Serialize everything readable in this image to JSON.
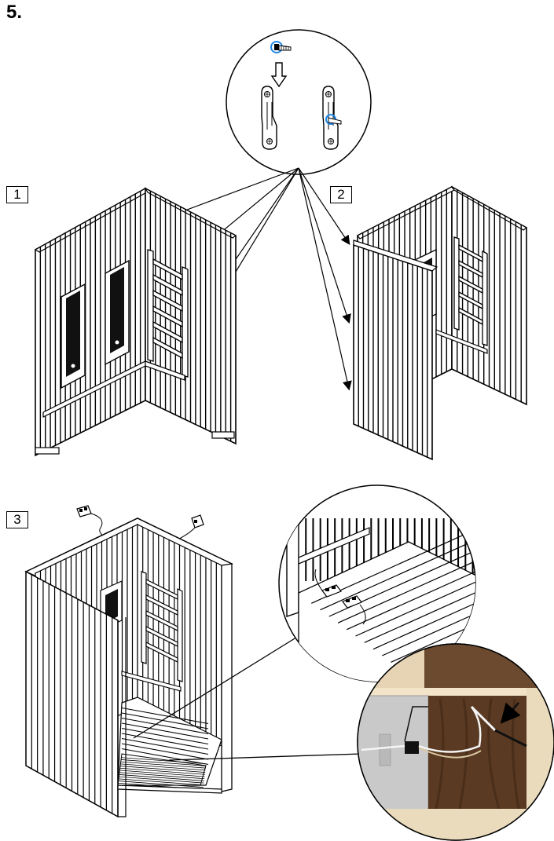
{
  "step": {
    "number": "5."
  },
  "panels": [
    {
      "label": "1"
    },
    {
      "label": "2"
    },
    {
      "label": "3"
    }
  ],
  "colors": {
    "line": "#000000",
    "accent_circle": "#1e88e5",
    "wood_dark": "#5a3a22",
    "wood_light": "#e8d7b8",
    "backing_gray": "#c9c9c9"
  }
}
